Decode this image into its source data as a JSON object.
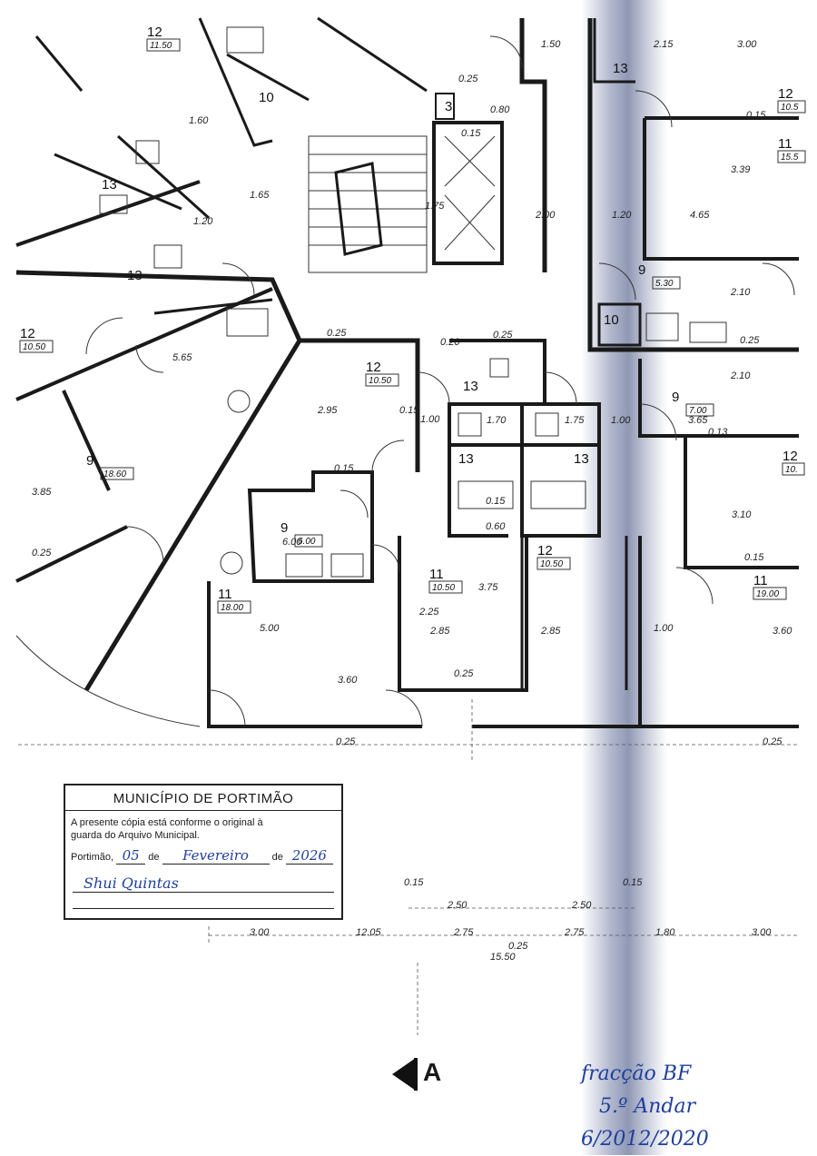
{
  "stamp": {
    "title": "MUNICÍPIO DE PORTIMÃO",
    "text_line1": "A presente cópia está conforme o original à",
    "text_line2": "guarda do Arquivo Municipal.",
    "place": "Portimão,",
    "day": "05",
    "de1": "de",
    "month": "Fevereiro",
    "de2": "de",
    "year": "2026",
    "signature": "Shui Quintas"
  },
  "section_marker": {
    "label": "A"
  },
  "handwritten_note": {
    "line1": "fracção BF",
    "line2": "5.º Andar",
    "line3": "6/2012/2020"
  },
  "rooms": [
    {
      "number": "12",
      "area": "11.50"
    },
    {
      "number": "10",
      "area": ""
    },
    {
      "number": "13",
      "area": ""
    },
    {
      "number": "13",
      "area": ""
    },
    {
      "number": "12",
      "area": "10.50"
    },
    {
      "number": "9",
      "area": "18.60"
    },
    {
      "number": "3",
      "area": ""
    },
    {
      "number": "13",
      "area": ""
    },
    {
      "number": "12",
      "area": "10.5"
    },
    {
      "number": "11",
      "area": "15.5"
    },
    {
      "number": "9",
      "area": "5.30"
    },
    {
      "number": "10",
      "area": ""
    },
    {
      "number": "12",
      "area": "10.50"
    },
    {
      "number": "13",
      "area": ""
    },
    {
      "number": "13",
      "area": ""
    },
    {
      "number": "13",
      "area": ""
    },
    {
      "number": "9",
      "area": "7.00"
    },
    {
      "number": "12",
      "area": "10."
    },
    {
      "number": "9",
      "area": "6.00"
    },
    {
      "number": "11",
      "area": "18.00"
    },
    {
      "number": "11",
      "area": "10.50"
    },
    {
      "number": "12",
      "area": "10.50"
    },
    {
      "number": "11",
      "area": "19.00"
    }
  ],
  "dimensions": {
    "top": [
      "1.50",
      "2.15",
      "3.00",
      "0.25",
      "0.80",
      "0.15",
      "1.60",
      "1.65",
      "1.20",
      "2.00",
      "1.75",
      "1.20",
      "3.39",
      "4.65",
      "0.15"
    ],
    "mid": [
      "0.25",
      "0.20",
      "0.25",
      "2.95",
      "1.00",
      "1.70",
      "1.75",
      "1.00",
      "0.15",
      "2.10",
      "2.10",
      "3.65",
      "0.25",
      "0.13",
      "5.65",
      "3.85",
      "0.25"
    ],
    "low": [
      "6.00",
      "0.15",
      "0.60",
      "0.15",
      "2.25",
      "3.75",
      "2.85",
      "2.85",
      "1.00",
      "3.10",
      "0.15",
      "3.60",
      "5.00",
      "3.60",
      "0.25",
      "0.25",
      "0.25"
    ],
    "bottom": [
      "3.00",
      "12.05",
      "2.75",
      "0.25",
      "2.75",
      "1.80",
      "3.00",
      "15.50",
      "2.50",
      "2.50",
      "0.15",
      "0.15"
    ]
  }
}
